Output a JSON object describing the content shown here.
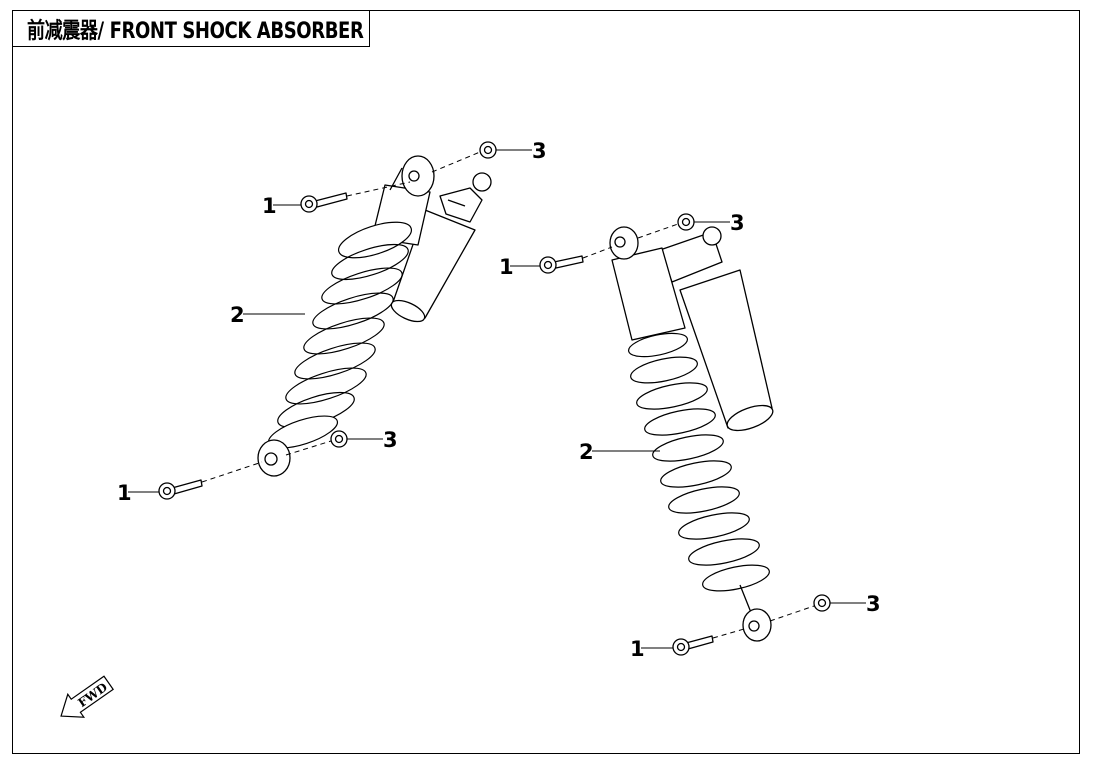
{
  "title": "前减震器/ FRONT SHOCK ABSORBER",
  "fwd_label": "FWD",
  "callouts": {
    "left_bolt_top": "1",
    "left_nut_top": "3",
    "left_shock": "2",
    "left_nut_bottom": "3",
    "left_bolt_bottom": "1",
    "right_bolt_top": "1",
    "right_nut_top": "3",
    "right_shock": "2",
    "right_nut_bottom": "3",
    "right_bolt_bottom": "1"
  },
  "line_color": "#000000",
  "part_fill": "#ffffff"
}
